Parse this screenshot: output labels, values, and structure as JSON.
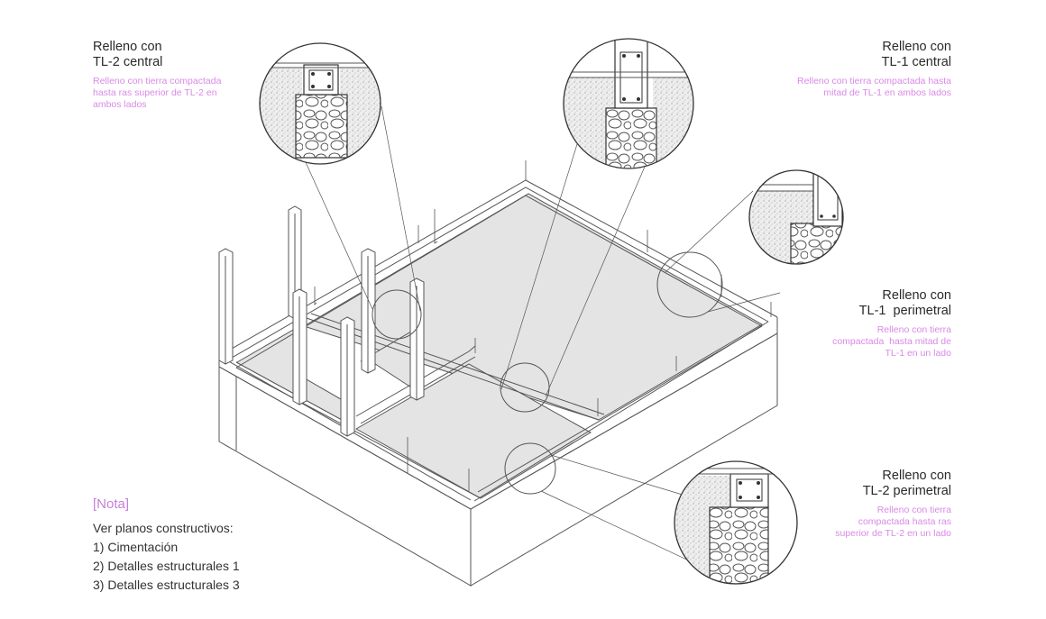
{
  "callouts": {
    "tl2_central": {
      "title_line1": "Relleno con",
      "title_line2": "TL-2 central",
      "description": "Relleno con tierra compactada hasta ras superior de TL-2 en ambos lados"
    },
    "tl1_central": {
      "title_line1": "Relleno con",
      "title_line2": "TL-1 central",
      "description": "Relleno con tierra compactada hasta mitad de TL-1 en ambos lados"
    },
    "tl1_perimetral": {
      "title_line1": "Relleno con",
      "title_line2": "TL-1  perimetral",
      "description": "Relleno con tierra compactada  hasta mitad de TL-1 en un lado"
    },
    "tl2_perimetral": {
      "title_line1": "Relleno con",
      "title_line2": "TL-2 perimetral",
      "description": "Relleno con tierra compactada hasta ras superior de TL-2 en un lado"
    }
  },
  "note": {
    "title": "[Nota]",
    "intro": "Ver planos constructivos:",
    "items": [
      "1) Cimentación",
      "2) Detalles estructurales 1",
      "3) Detalles estructurales 3"
    ]
  },
  "colors": {
    "line": "#555555",
    "floor": "#e4e4e4",
    "accent": "#d98ae6"
  }
}
